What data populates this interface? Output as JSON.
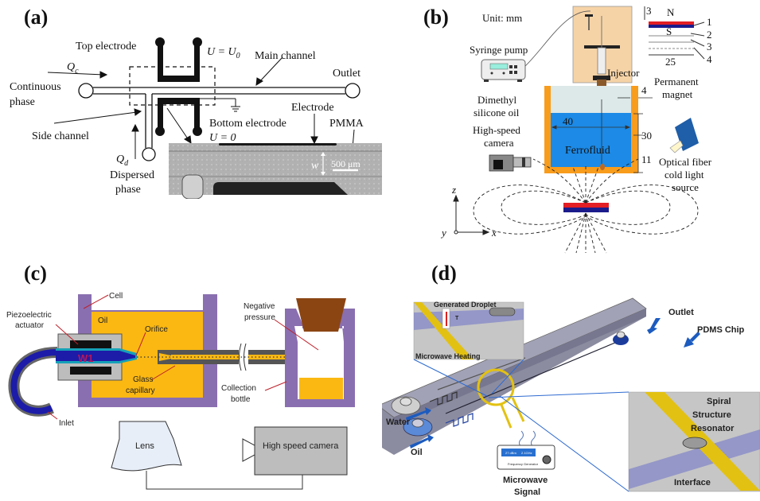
{
  "figure": {
    "panels": [
      {
        "id": "a",
        "letter": "(a)",
        "labels": {
          "top_electrode": "Top electrode",
          "u_top": "U = U",
          "u_top_sub": "0",
          "main_channel": "Main channel",
          "qc": "Q",
          "qc_sub": "c",
          "outlet": "Outlet",
          "continuous": "Continuous",
          "phase1": "phase",
          "side_channel": "Side channel",
          "bottom_electrode": "Bottom electrode",
          "u_bottom": "U = 0",
          "electrode": "Electrode",
          "pmma": "PMMA",
          "qd": "Q",
          "qd_sub": "d",
          "dispersed": "Dispersed",
          "phase2": "phase",
          "w": "w",
          "scale": "500 μm"
        }
      },
      {
        "id": "b",
        "letter": "(b)",
        "labels": {
          "unit": "Unit: mm",
          "syringe_pump": "Syringe pump",
          "injector": "Injector",
          "dimethyl": "Dimethyl",
          "silicone": "silicone oil",
          "high_speed": "High-speed",
          "camera": "camera",
          "ferrofluid": "Ferrofluid",
          "dim40": "40",
          "dim30": "30",
          "dim11": "11",
          "dim4": "4",
          "dim3": "3",
          "dim25": "25",
          "north": "N",
          "south": "S",
          "layer1": "1",
          "layer2": "2",
          "layer3": "3",
          "layer4": "4",
          "permanent": "Permanent",
          "magnet": "magnet",
          "optical": "Optical fiber",
          "cold_light": "cold light",
          "source": "source",
          "axis_z": "z",
          "axis_y": "y",
          "axis_x": "x"
        }
      },
      {
        "id": "c",
        "letter": "(c)",
        "labels": {
          "cell": "Cell",
          "piezo1": "Piezoelectric",
          "piezo2": "actuator",
          "oil": "Oil",
          "orifice": "Orifice",
          "w1": "W1",
          "glass1": "Glass",
          "glass2": "capillary",
          "negative1": "Negative",
          "negative2": "pressure",
          "collection1": "Collection",
          "collection2": "bottle",
          "inlet": "Inlet",
          "lens": "Lens",
          "hs_camera": "High speed camera"
        }
      },
      {
        "id": "d",
        "letter": "(d)",
        "labels": {
          "generated_droplet": "Generated Droplet",
          "temp": "T",
          "microwave_heating": "Microwave Heating",
          "outlet": "Outlet",
          "pdms_chip": "PDMS Chip",
          "water": "Water",
          "oil": "Oil",
          "spiral1": "Spiral",
          "spiral2": "Structure",
          "spiral3": "Resonator",
          "interface": "Interface",
          "microwave1": "Microwave",
          "microwave2": "Signal",
          "fg_power": "27 dBm",
          "fg_freq": "2.1GHz",
          "fg_label": "Frequency Generator"
        }
      }
    ]
  }
}
